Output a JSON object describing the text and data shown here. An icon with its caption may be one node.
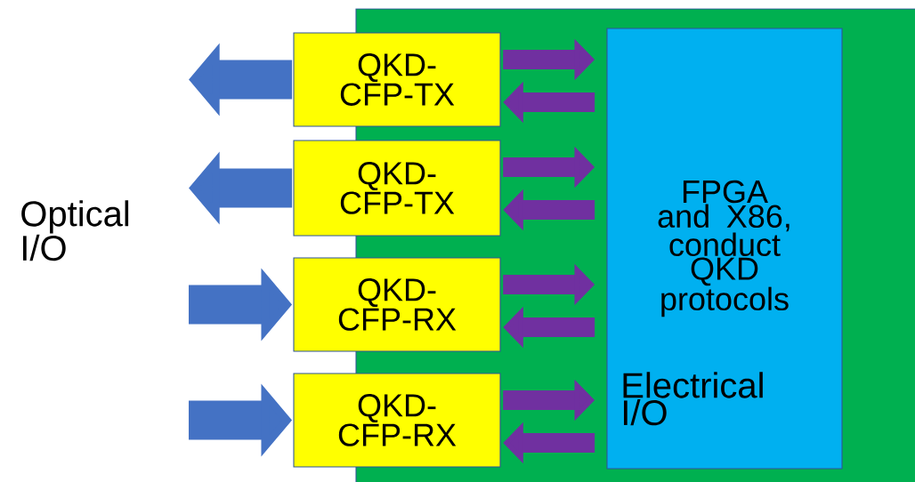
{
  "diagram": {
    "nodes": [
      {
        "text": [],
        "shape": "box"
      },
      {
        "text": [
          "QKD- CFP-TX"
        ]
      },
      {
        "text": [
          "QKD- CFP-TX"
        ]
      },
      {
        "text": [
          "QKD- CFP-RX"
        ]
      },
      {
        "text": [
          "QKD- CFP-RX"
        ]
      },
      {
        "text": [
          "FPGA and X86, conduct QKD protocols"
        ],
        "in": 0
      }
    ],
    "edges": [
      {
        "from": 1,
        "to": null,
        "arrow": "to",
        "style": "thick",
        "color": "#4472c4"
      },
      {
        "from": 2,
        "to": null,
        "arrow": "to",
        "style": "thick",
        "color": "#4472c4"
      },
      {
        "from": null,
        "to": 3,
        "arrow": "to",
        "style": "thick",
        "color": "#4472c4"
      },
      {
        "from": null,
        "to": 4,
        "arrow": "to",
        "style": "thick",
        "color": "#4472c4"
      },
      {
        "from": 1,
        "to": 5,
        "arrow": "to"
      },
      {
        "from": 5,
        "to": 1,
        "arrow": "to"
      },
      {
        "from": 2,
        "to": 5,
        "arrow": "to"
      },
      {
        "from": 5,
        "to": 2,
        "arrow": "to"
      },
      {
        "from": 3,
        "to": 5,
        "arrow": "to"
      },
      {
        "from": 5,
        "to": 3,
        "arrow": "to"
      },
      {
        "from": 4,
        "to": 5,
        "arrow": "to"
      },
      {
        "from": 5,
        "to": 4,
        "arrow": "to"
      }
    ],
    "labels": [
      "Optical I/O",
      "Electrical I/O"
    ]
  }
}
